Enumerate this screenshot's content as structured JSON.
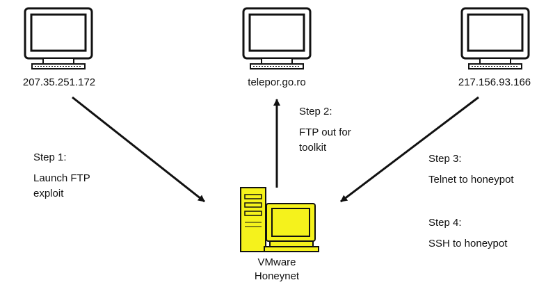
{
  "colors": {
    "line": "#111111",
    "monitor_fill": "#ffffff",
    "honeynet_fill": "#f5f21c",
    "background": "#ffffff"
  },
  "nodes": {
    "attacker_left": {
      "label": "207.35.251.172",
      "icon": "computer-icon"
    },
    "toolkit_server": {
      "label": "telepor.go.ro",
      "icon": "computer-icon"
    },
    "attacker_right": {
      "label": "217.156.93.166",
      "icon": "computer-icon"
    },
    "honeynet": {
      "label_line1": "VMware",
      "label_line2": "Honeynet",
      "icon": "honeynet-computer-icon"
    }
  },
  "steps": {
    "step1": {
      "title": "Step 1:",
      "line1": "Launch FTP",
      "line2": "exploit"
    },
    "step2": {
      "title": "Step 2:",
      "line1": "FTP out for",
      "line2": "toolkit"
    },
    "step3": {
      "title": "Step 3:",
      "line1": "Telnet to honeypot"
    },
    "step4": {
      "title": "Step 4:",
      "line1": "SSH to honeypot"
    }
  }
}
